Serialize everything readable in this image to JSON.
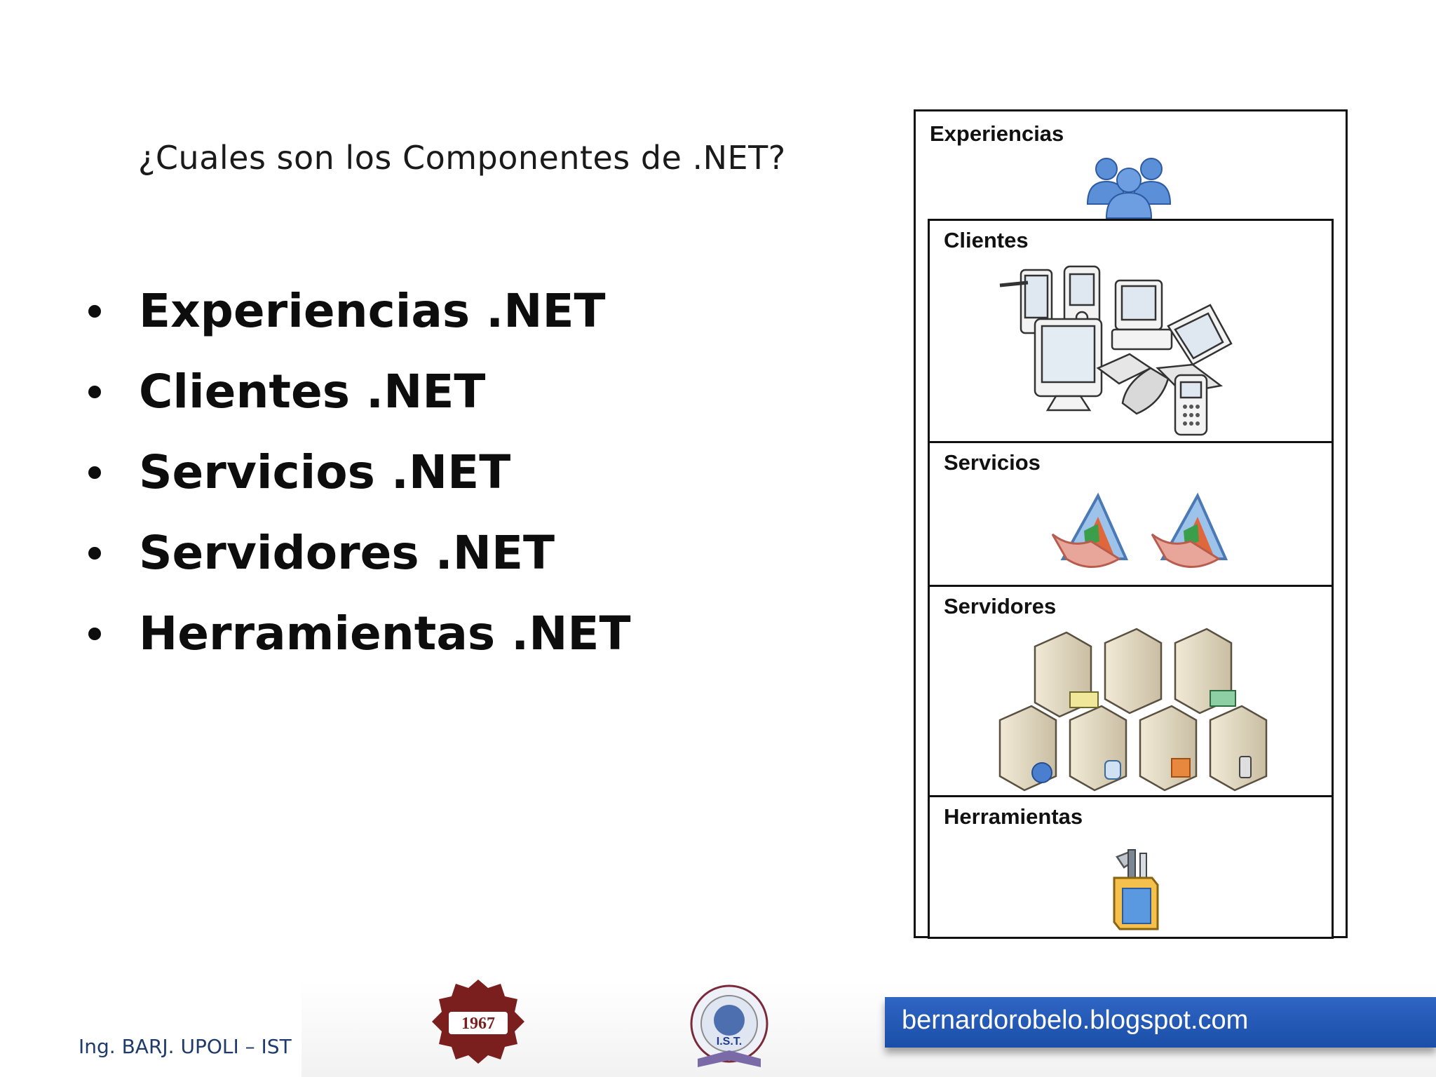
{
  "slide": {
    "subtitle": "¿Cuales son los Componentes de .NET?",
    "bullets": [
      "Experiencias .NET",
      "Clientes .NET",
      "Servicios .NET",
      "Servidores .NET",
      "Herramientas .NET"
    ]
  },
  "diagram": {
    "outer_title": "Experiencias",
    "layers": [
      {
        "title": "Clientes",
        "icon": "devices-icon"
      },
      {
        "title": "Servicios",
        "icon": "web-service-icon"
      },
      {
        "title": "Servidores",
        "icon": "server-icon"
      },
      {
        "title": "Herramientas",
        "icon": "toolbox-icon"
      }
    ],
    "experiences_icon": "users-icon"
  },
  "footer": {
    "author": "Ing. BARJ.  UPOLI – IST",
    "logo_year": "1967",
    "ist_logo_text": "I.S.T.",
    "blog": "bernardorobelo.blogspot.com"
  },
  "colors": {
    "banner": "#2458b8",
    "user_blue": "#4f86d3",
    "logo_maroon": "#7a1e1e"
  }
}
